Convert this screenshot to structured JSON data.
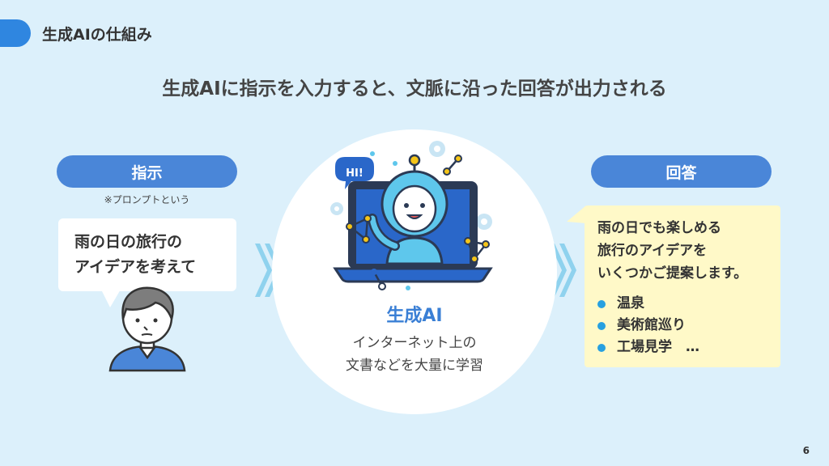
{
  "header": {
    "section_title": "生成AIの仕組み"
  },
  "headline": "生成AIに指示を入力すると、文脈に沿った回答が出力される",
  "instruction": {
    "label": "指示",
    "note": "※プロンプトという",
    "line1": "雨の日の旅行の",
    "line2": "アイデアを考えて"
  },
  "ai": {
    "speech": "HI!",
    "name": "生成AI",
    "desc_line1": "インターネット上の",
    "desc_line2": "文書などを大量に学習"
  },
  "answer": {
    "label": "回答",
    "line1": "雨の日でも楽しめる",
    "line2": "旅行のアイデアを",
    "line3": "いくつかご提案します。",
    "items": [
      "温泉",
      "美術館巡り",
      "工場見学　…"
    ]
  },
  "page_number": "6",
  "colors": {
    "accent_blue": "#4a86d8",
    "tab_blue": "#2f86e0",
    "background": "#dcf0fb",
    "answer_bg": "#fff9c8",
    "bullet": "#27a0e0"
  }
}
